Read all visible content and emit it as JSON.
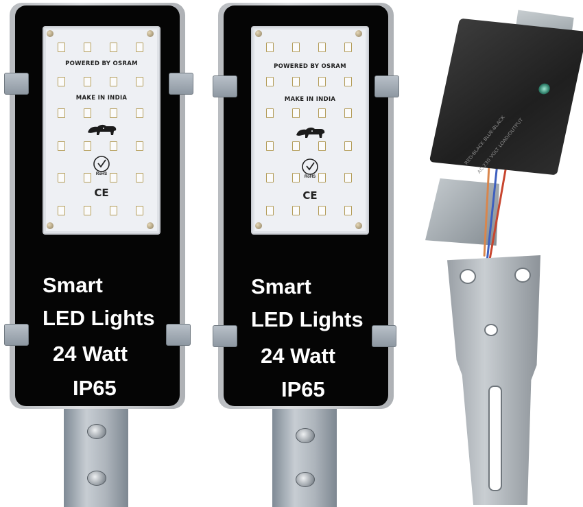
{
  "lights": [
    {
      "panel_brand_text": "POWERED BY OSRAM",
      "panel_origin_text": "MAKE IN INDIA",
      "rohs_mark": "RoHS",
      "ce_mark": "CE",
      "caption_lines": [
        "Smart",
        "LED Lights",
        "24 Watt",
        "IP65"
      ]
    },
    {
      "panel_brand_text": "POWERED BY OSRAM",
      "panel_origin_text": "MAKE IN INDIA",
      "rohs_mark": "RoHS",
      "ce_mark": "CE",
      "caption_lines": [
        "Smart",
        "LED Lights",
        "24 Watt",
        "IP65"
      ]
    }
  ],
  "controller": {
    "label_lines": [
      "RED-BLACK  BLUE-BLACK",
      "AC 230 VOLT  LOAD/OUTPUT"
    ]
  },
  "colors": {
    "light_face": "#050505",
    "housing": "#c9cccf",
    "caption_text": "#ffffff"
  },
  "icons": {
    "lion": "lion-emblem-icon",
    "rohs": "rohs-check-icon",
    "ce": "ce-mark-icon"
  }
}
